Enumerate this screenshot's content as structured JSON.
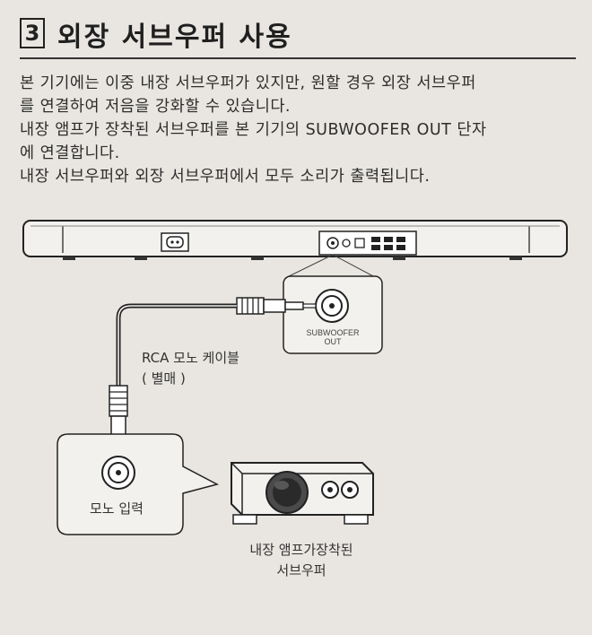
{
  "section": {
    "number": "3",
    "title": "외장 서브우퍼 사용"
  },
  "paragraphs": [
    "본 기기에는 이중 내장 서브우퍼가 있지만, 원할 경우 외장 서브우퍼",
    "를 연결하여 저음을 강화할 수 있습니다.",
    "내장 앰프가 장착된 서브우퍼를 본 기기의 SUBWOOFER OUT 단자",
    "에 연결합니다.",
    "내장 서브우퍼와 외장 서브우퍼에서 모두 소리가 출력됩니다."
  ],
  "diagram": {
    "port_label_line1": "SUBWOOFER",
    "port_label_line2": "OUT",
    "cable_label_line1": "RCA 모노 케이블",
    "cable_label_line2": "( 별매 )",
    "mono_input_label": "모노 입력",
    "subwoofer_label_line1": "내장 앰프가장착된",
    "subwoofer_label_line2": "서브우퍼"
  }
}
